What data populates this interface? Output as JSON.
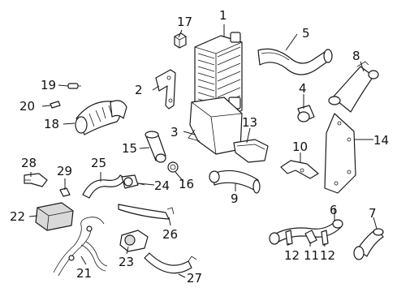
{
  "callouts": {
    "c1": "1",
    "c2": "2",
    "c3": "3",
    "c4": "4",
    "c5": "5",
    "c6": "6",
    "c7": "7",
    "c8": "8",
    "c9": "9",
    "c10": "10",
    "c11": "11",
    "c12a": "12",
    "c12b": "12",
    "c13": "13",
    "c14": "14",
    "c15": "15",
    "c16": "16",
    "c17": "17",
    "c18": "18",
    "c19": "19",
    "c20": "20",
    "c21": "21",
    "c22": "22",
    "c23": "23",
    "c24": "24",
    "c25": "25",
    "c26": "26",
    "c27": "27",
    "c28": "28",
    "c29": "29"
  }
}
